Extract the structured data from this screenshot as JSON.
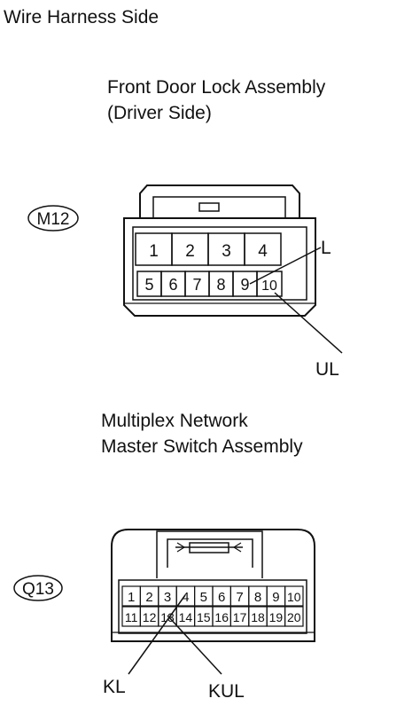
{
  "header": "Wire Harness Side",
  "connector_m12": {
    "title_line1": "Front Door Lock Assembly",
    "title_line2": "(Driver Side)",
    "code": "M12",
    "pins_top": [
      "1",
      "2",
      "3",
      "4"
    ],
    "pins_bottom": [
      "5",
      "6",
      "7",
      "8",
      "9",
      "10"
    ],
    "wire_l": "L",
    "wire_ul": "UL"
  },
  "connector_q13": {
    "title_line1": "Multiplex Network",
    "title_line2": "Master Switch Assembly",
    "code": "Q13",
    "pins_top": [
      "1",
      "2",
      "3",
      "4",
      "5",
      "6",
      "7",
      "8",
      "9",
      "10"
    ],
    "pins_bottom": [
      "11",
      "12",
      "13",
      "14",
      "15",
      "16",
      "17",
      "18",
      "19",
      "20"
    ],
    "wire_kl": "KL",
    "wire_kul": "KUL"
  }
}
